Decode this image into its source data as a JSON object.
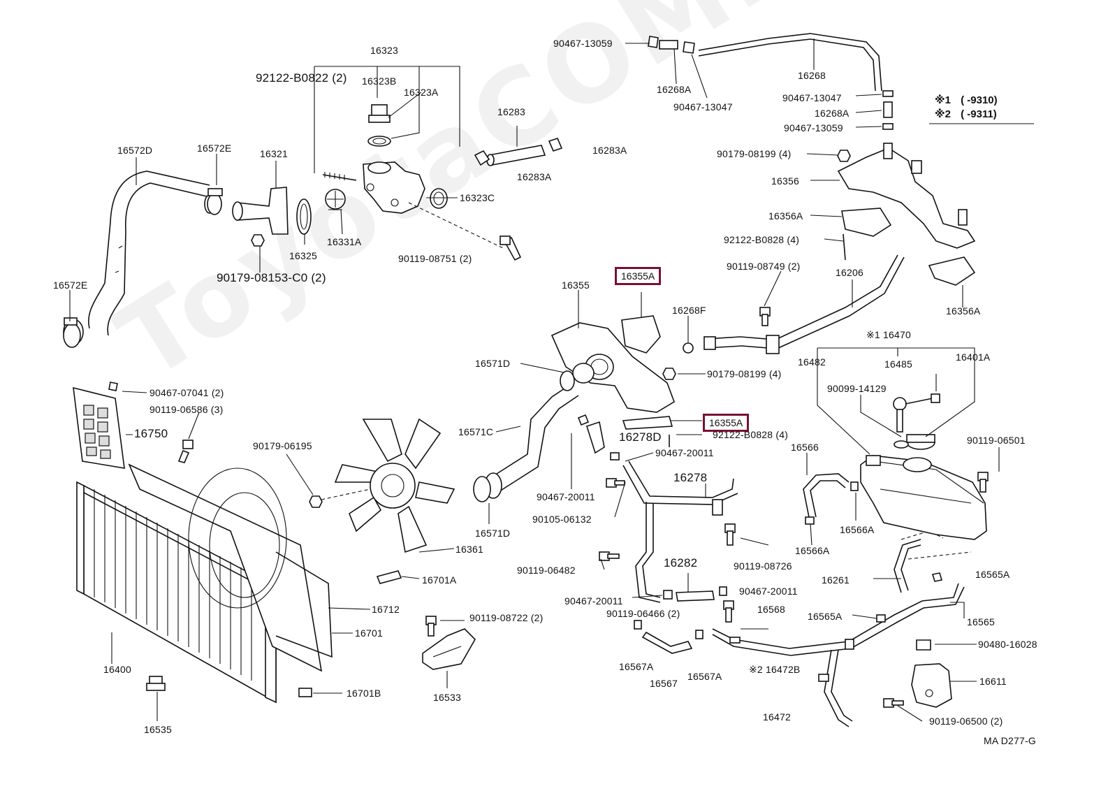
{
  "watermark": "ToyotaCOMiner.ru",
  "diagram_code": "MA D277-G",
  "legend": [
    {
      "mark": "※1",
      "range": "( -9310)"
    },
    {
      "mark": "※2",
      "range": "( -9311)"
    }
  ],
  "highlighted_parts": [
    "16355A",
    "16355A"
  ],
  "parts": {
    "p16323": "16323",
    "p92122_B0822": "92122-B0822 (2)",
    "p16323B": "16323B",
    "p16323A": "16323A",
    "p16283": "16283",
    "p16283A_1": "16283A",
    "p16283A_2": "16283A",
    "p16572D": "16572D",
    "p16572E_1": "16572E",
    "p16572E_2": "16572E",
    "p16321": "16321",
    "p16323C": "16323C",
    "p16325": "16325",
    "p16331A": "16331A",
    "p90179_08153": "90179-08153-C0 (2)",
    "p90119_08751": "90119-08751 (2)",
    "p90467_13059_a": "90467-13059",
    "p16268A_a": "16268A",
    "p90467_13047_a": "90467-13047",
    "p16268": "16268",
    "p90467_13047_b": "90467-13047",
    "p16268A_b": "16268A",
    "p90467_13059_b": "90467-13059",
    "p90179_08199_a": "90179-08199 (4)",
    "p16356": "16356",
    "p16356A_a": "16356A",
    "p92122_B0828_a": "92122-B0828 (4)",
    "p90119_08749": "90119-08749 (2)",
    "p16206": "16206",
    "p16356A_b": "16356A",
    "p16355": "16355",
    "p16268F": "16268F",
    "p16571D_a": "16571D",
    "p90179_08199_b": "90179-08199 (4)",
    "p16470": "※1 16470",
    "p16482": "16482",
    "p16485": "16485",
    "p16401A": "16401A",
    "p90099_14129": "90099-14129",
    "p90467_07041": "90467-07041 (2)",
    "p90119_06586": "90119-06586 (3)",
    "p16750": "16750",
    "p90179_06195": "90179-06195",
    "p16571C": "16571C",
    "p16278D": "16278D",
    "p92122_B0828_b": "92122-B0828 (4)",
    "p90467_20011_a": "90467-20011",
    "p16566": "16566",
    "p90119_06501": "90119-06501",
    "p16278": "16278",
    "p90467_20011_b": "90467-20011",
    "p90105_06132": "90105-06132",
    "p16571D_b": "16571D",
    "p16361": "16361",
    "p16566A_a": "16566A",
    "p16566A_b": "16566A",
    "p90119_08726": "90119-08726",
    "p90119_06482": "90119-06482",
    "p16701A": "16701A",
    "p16282": "16282",
    "p16261": "16261",
    "p16565A_a": "16565A",
    "p90467_20011_c": "90467-20011",
    "p90467_20011_d": "90467-20011",
    "p16712": "16712",
    "p90119_06466": "90119-06466 (2)",
    "p16568": "16568",
    "p16565A_b": "16565A",
    "p16565": "16565",
    "p90119_08722": "90119-08722 (2)",
    "p16701": "16701",
    "p16400": "16400",
    "p16567A_a": "16567A",
    "p16567A_b": "16567A",
    "p90480_16028": "90480-16028",
    "p16472B": "※2 16472B",
    "p16611": "16611",
    "p16567": "16567",
    "p16701B": "16701B",
    "p16533": "16533",
    "p16535": "16535",
    "p16472": "16472",
    "p90119_06500": "90119-06500 (2)"
  }
}
